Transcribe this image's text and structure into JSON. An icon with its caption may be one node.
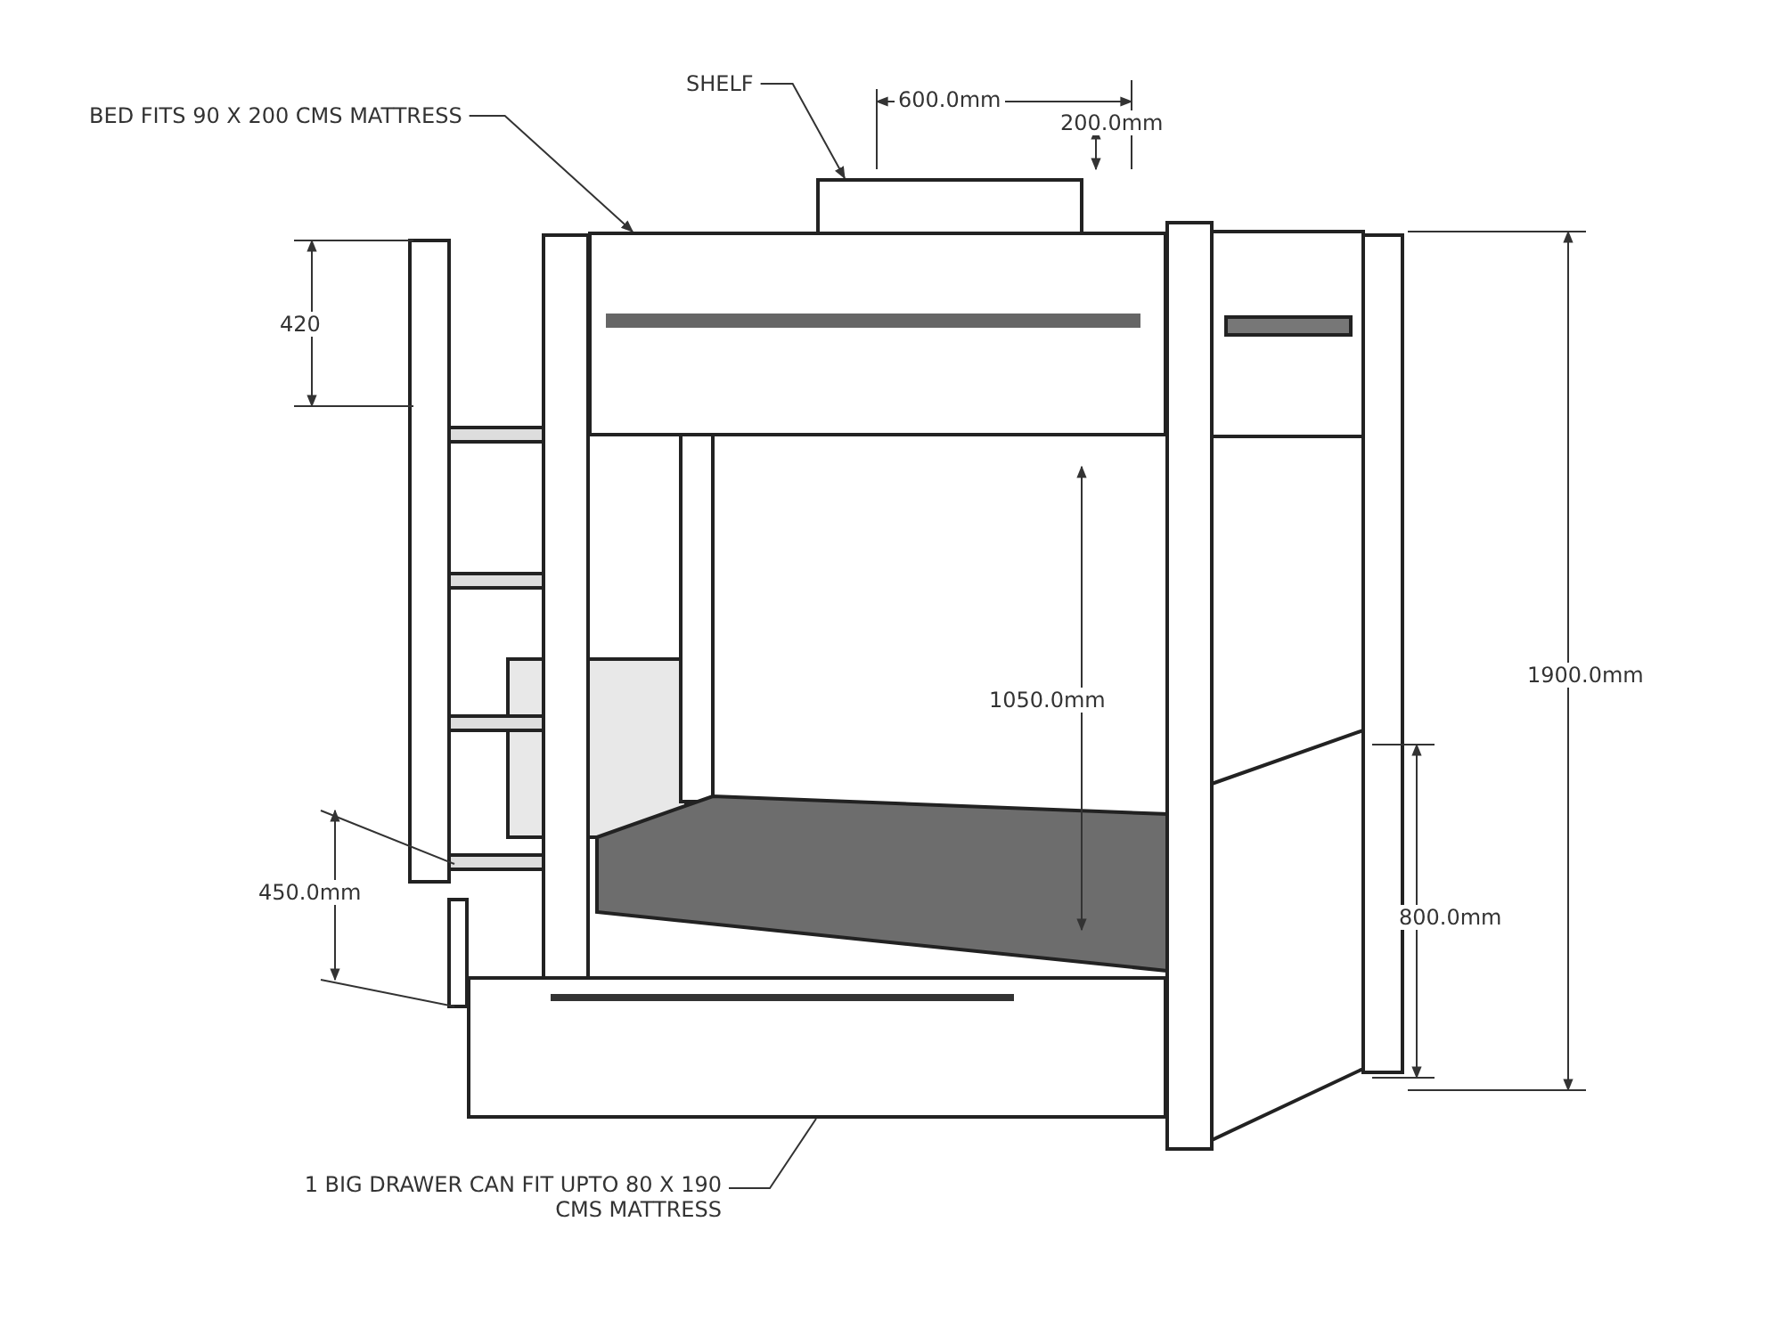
{
  "diagram": {
    "nodes": [
      {
        "text": [
          "BED FITS 90 X 200 CMS MATTRESS"
        ]
      },
      {
        "text": [],
        "shape": "box"
      },
      {
        "text": [
          "SHELF"
        ]
      },
      {
        "text": [],
        "shape": "box"
      },
      {
        "text": [
          "1 BIG DRAWER CAN FIT UPTO 80 X 190 CMS MATTRESS"
        ]
      },
      {
        "text": [],
        "shape": "box"
      }
    ],
    "edges": [
      {
        "from": 0,
        "to": 1,
        "arrow": "to"
      },
      {
        "from": 2,
        "to": 3,
        "arrow": "to"
      },
      {
        "from": 4,
        "to": 5,
        "arrow": "none"
      }
    ],
    "labels": [
      "600.0mm",
      "200.0mm",
      "420",
      "1050.0mm",
      "1900.0mm",
      "450.0mm",
      "800.0mm"
    ]
  }
}
